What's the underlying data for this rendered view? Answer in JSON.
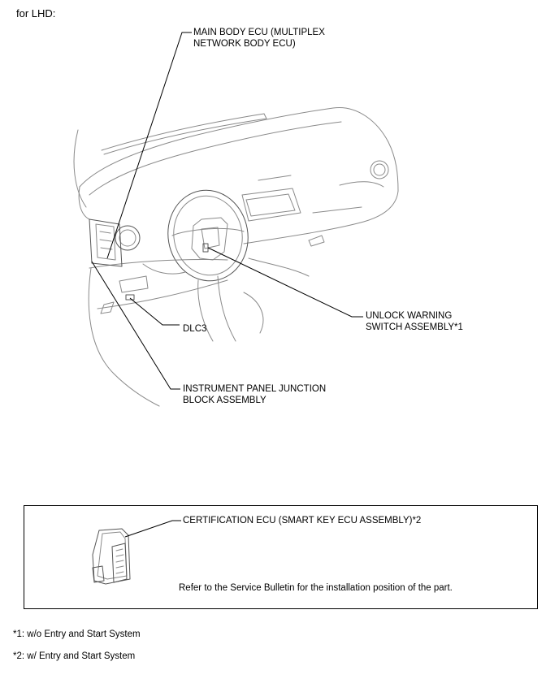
{
  "header": {
    "variant": "for LHD:"
  },
  "callouts": {
    "main_body_ecu": "MAIN BODY ECU (MULTIPLEX\nNETWORK BODY ECU)",
    "dlc3": "DLC3",
    "unlock_warning": "UNLOCK WARNING\nSWITCH ASSEMBLY*1",
    "ip_junction": "INSTRUMENT PANEL JUNCTION\nBLOCK ASSEMBLY",
    "certification_ecu": "CERTIFICATION ECU (SMART KEY ECU ASSEMBLY)*2",
    "refer_note": "Refer to the Service Bulletin for the installation position of the part."
  },
  "footnotes": [
    "*1: w/o Entry and Start System",
    "*2: w/ Entry and Start System"
  ]
}
